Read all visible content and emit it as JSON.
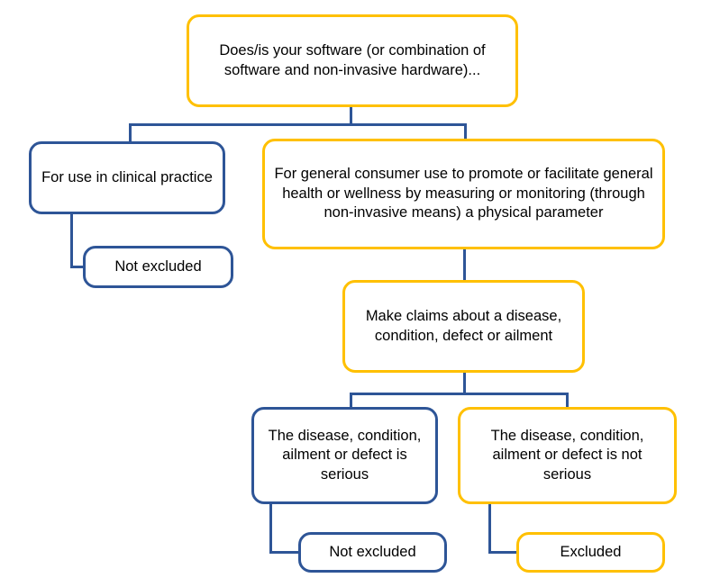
{
  "diagram": {
    "title_node": {
      "id": "root-question",
      "text": "Does/is your software (or combination of software and non-invasive hardware)...",
      "color": "#FFC000"
    },
    "nodes": [
      {
        "id": "clinical-practice",
        "text": "For use in clinical practice",
        "color": "#2E5597"
      },
      {
        "id": "clinical-practice-outcome",
        "text": "Not excluded",
        "color": "#2E5597"
      },
      {
        "id": "general-consumer-use",
        "text": "For general consumer use to promote or facilitate general health or wellness by measuring or monitoring (through non-invasive means) a physical parameter",
        "color": "#FFC000"
      },
      {
        "id": "make-claims",
        "text": "Make claims about a disease, condition, defect or ailment",
        "color": "#FFC000"
      },
      {
        "id": "serious",
        "text": "The disease, condition, ailment or defect is serious",
        "color": "#2E5597"
      },
      {
        "id": "not-serious",
        "text": "The disease, condition, ailment or defect is not serious",
        "color": "#FFC000"
      },
      {
        "id": "serious-outcome",
        "text": "Not excluded",
        "color": "#2E5597"
      },
      {
        "id": "not-serious-outcome",
        "text": "Excluded",
        "color": "#FFC000"
      }
    ],
    "colors": {
      "orange": "#FFC000",
      "blue": "#2E5597",
      "text": "#000000",
      "background": "#FFFFFF"
    }
  }
}
